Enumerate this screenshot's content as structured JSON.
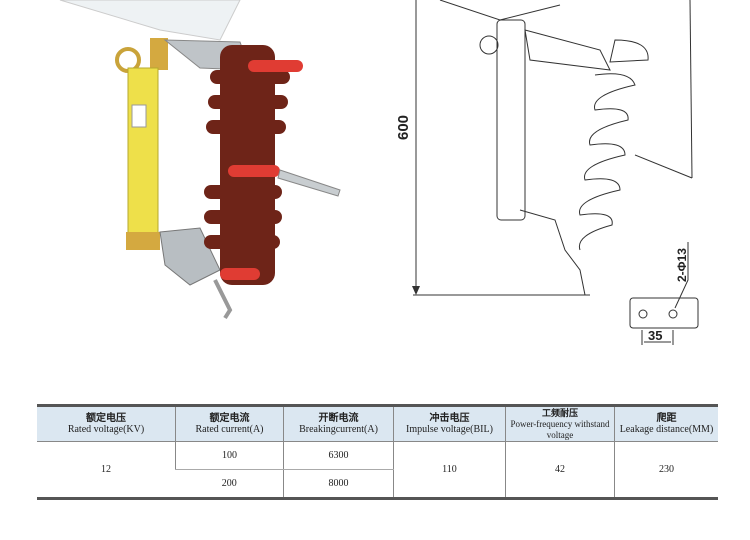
{
  "drawing": {
    "height_dim": "600",
    "hole_label": "2-Φ13",
    "hole_spacing": "35"
  },
  "table": {
    "headers": [
      {
        "zh": "额定电压",
        "en": "Rated voltage(KV)"
      },
      {
        "zh": "额定电流",
        "en": "Rated current(A)"
      },
      {
        "zh": "开断电流",
        "en": "Breakingcurrent(A)"
      },
      {
        "zh": "冲击电压",
        "en": "Impulse voltage(BIL)"
      },
      {
        "zh": "工频耐压",
        "en": "Power-frequency withstand voltage"
      },
      {
        "zh": "爬距",
        "en": "Leakage distance(MM)"
      }
    ],
    "rated_voltage": "12",
    "rows": [
      {
        "rated_current": "100",
        "breaking_current": "6300"
      },
      {
        "rated_current": "200",
        "breaking_current": "8000"
      }
    ],
    "impulse_voltage": "110",
    "power_frequency": "42",
    "leakage_distance": "230"
  }
}
